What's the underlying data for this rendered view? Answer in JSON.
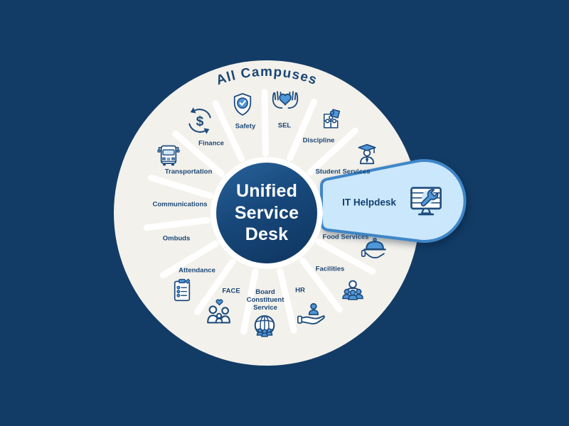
{
  "diagram": {
    "arc_title": "All Campuses",
    "hub": {
      "label": "Unified Service Desk",
      "lines": [
        "Unified",
        "Service",
        "Desk"
      ]
    },
    "segments": [
      {
        "label": "Safety",
        "icon": "shield-check-icon",
        "highlighted": false
      },
      {
        "label": "SEL",
        "icon": "hands-holding-heart-icon",
        "highlighted": false
      },
      {
        "label": "Discipline",
        "icon": "puzzle-pieces-icon",
        "highlighted": false
      },
      {
        "label": "Student Services",
        "icon": "graduate-student-icon",
        "highlighted": false
      },
      {
        "label": "IT Helpdesk",
        "icon": "monitor-wrench-icon",
        "highlighted": true
      },
      {
        "label": "Food Services",
        "icon": "serving-cloche-icon",
        "highlighted": false
      },
      {
        "label": "Facilities",
        "icon": "people-group-icon",
        "highlighted": false
      },
      {
        "label": "HR",
        "icon": "hand-holding-person-icon",
        "highlighted": false
      },
      {
        "label": "Board Constituent Service",
        "icon": "globe-people-icon",
        "highlighted": false
      },
      {
        "label": "FACE",
        "icon": "family-heart-icon",
        "highlighted": false
      },
      {
        "label": "Attendance",
        "icon": "clipboard-checklist-icon",
        "highlighted": false
      },
      {
        "label": "Ombuds",
        "icon": null,
        "highlighted": false
      },
      {
        "label": "Communications",
        "icon": null,
        "highlighted": false
      },
      {
        "label": "Transportation",
        "icon": "bus-icon",
        "highlighted": false
      },
      {
        "label": "Finance",
        "icon": "dollar-recycle-icon",
        "highlighted": false
      }
    ],
    "finance_symbol": "$",
    "colors": {
      "background": "#123C66",
      "wheel": "#F3F1EB",
      "spoke": "#FFFFFF",
      "hub_gradient_start": "#27639B",
      "hub_gradient_end": "#0E355E",
      "hub_text": "#FFFFFF",
      "label_text": "#1B4775",
      "callout_fill": "#CBE7FB",
      "callout_border": "#3E86C8",
      "icon_outline": "#1E4C7D",
      "icon_accent": "#4F97D9",
      "icon_light": "#CFE8FB"
    }
  }
}
